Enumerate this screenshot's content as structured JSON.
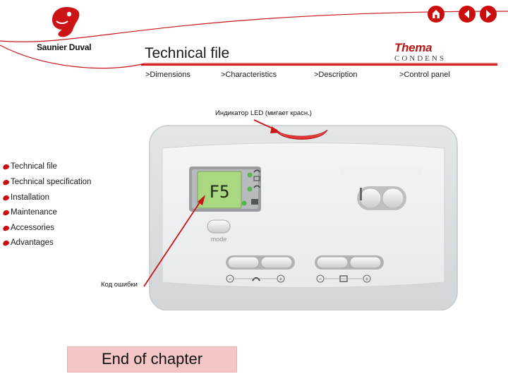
{
  "brand": {
    "company": "Saunier Duval",
    "product_name": "Thema",
    "product_sub": "CONDENS"
  },
  "header": {
    "title": "Technical file"
  },
  "nav_icons": [
    {
      "name": "home-icon"
    },
    {
      "name": "back-arrow-icon"
    },
    {
      "name": "forward-arrow-icon"
    }
  ],
  "subnav": [
    {
      "label": ">Dimensions"
    },
    {
      "label": ">Characteristics"
    },
    {
      "label": ">Description"
    },
    {
      "label": ">Control panel"
    }
  ],
  "sidebar": {
    "items": [
      {
        "label": "Technical file"
      },
      {
        "label": "Technical specification"
      },
      {
        "label": "Installation"
      },
      {
        "label": "Maintenance"
      },
      {
        "label": "Accessories"
      },
      {
        "label": "Advantages"
      }
    ]
  },
  "annotations": {
    "led": "Индикатор LED (мигает красн.)",
    "error_code": "Код ошибки"
  },
  "control_panel": {
    "display_code": "F5",
    "mode_label": "mode",
    "minus_sign": "−",
    "plus_sign": "+"
  },
  "footer": {
    "end_chapter": "End of chapter"
  },
  "colors": {
    "accent_red": "#cc0d0d",
    "end_chapter_bg": "#f5c6c6",
    "display_green": "#a9d880"
  }
}
